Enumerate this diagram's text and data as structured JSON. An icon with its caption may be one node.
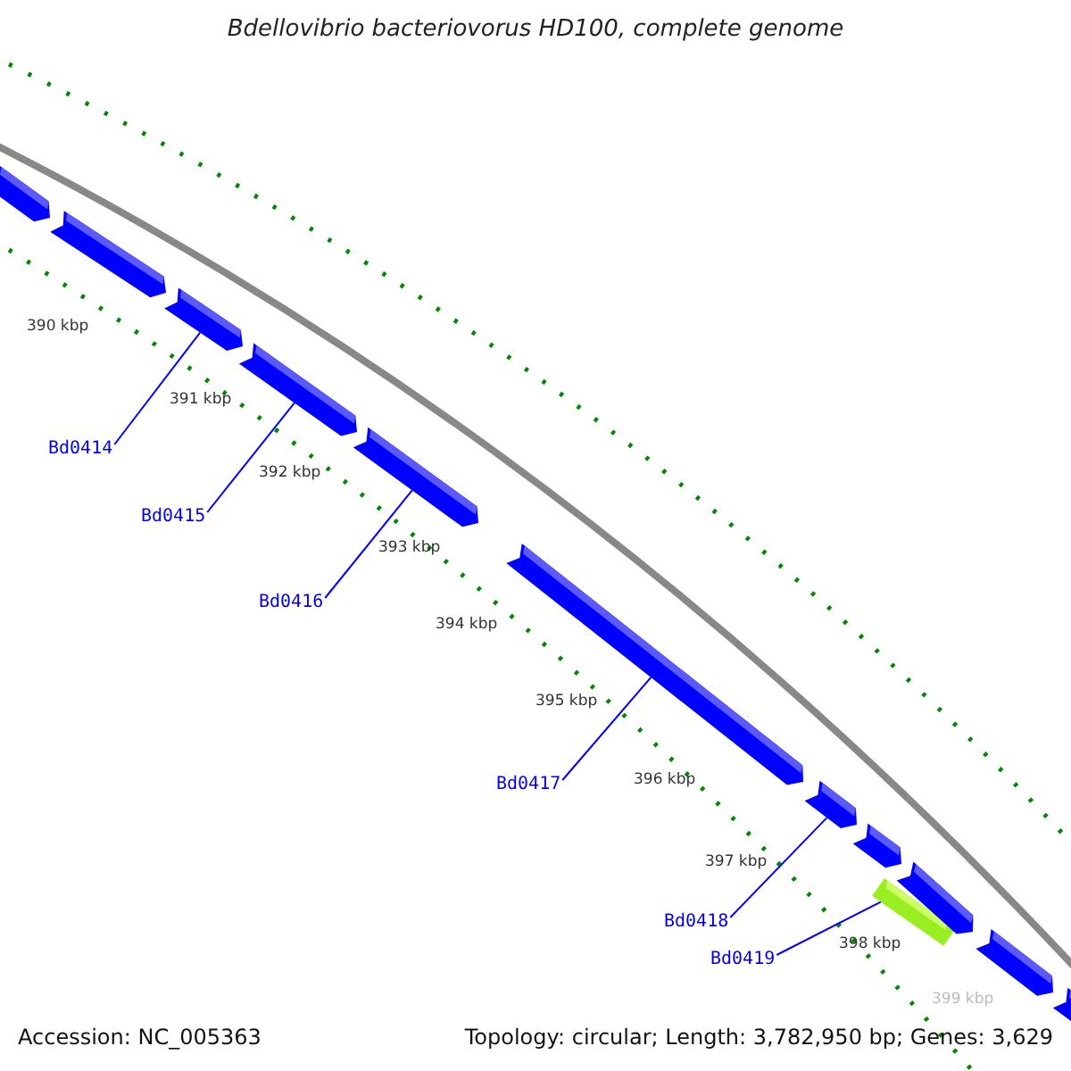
{
  "diagram": {
    "title": "Bdellovibrio bacteriovorus HD100, complete genome",
    "nodes": [
      {
        "text": [],
        "shape": "bar"
      },
      {
        "text": [],
        "shape": "bar"
      },
      {
        "text": [],
        "shape": "bar"
      },
      {
        "text": [],
        "shape": "bar"
      },
      {
        "text": [],
        "shape": "bar"
      },
      {
        "text": [],
        "shape": "bar"
      },
      {
        "text": [],
        "shape": "bar"
      },
      {
        "text": [],
        "shape": "bar"
      },
      {
        "text": [],
        "shape": "bar"
      },
      {
        "text": [],
        "shape": "bar"
      },
      {
        "text": [],
        "shape": "bar"
      },
      {
        "text": [],
        "shape": "bar"
      },
      {
        "text": [
          "Bd0414"
        ]
      },
      {
        "text": [
          "Bd0415"
        ]
      },
      {
        "text": [
          "Bd0416"
        ]
      },
      {
        "text": [
          "Bd0417"
        ]
      },
      {
        "text": [
          "Bd0418"
        ]
      },
      {
        "text": [
          "Bd0419"
        ]
      }
    ],
    "edges": [
      {
        "from": 12,
        "to": 2,
        "arrow": "none"
      },
      {
        "from": 13,
        "to": 3,
        "arrow": "none"
      },
      {
        "from": 14,
        "to": 4,
        "arrow": "none"
      },
      {
        "from": 15,
        "to": 5,
        "arrow": "none"
      },
      {
        "from": 16,
        "to": 6,
        "arrow": "none"
      },
      {
        "from": 17,
        "to": 8,
        "arrow": "none"
      }
    ],
    "labels": [
      "390 kbp",
      "391 kbp",
      "392 kbp",
      "393 kbp",
      "394 kbp",
      "395 kbp",
      "396 kbp",
      "397 kbp",
      "398 kbp",
      "399 kbp",
      "Accession: NC_005363",
      "Topology: circular; Length: 3,782,950 bp; Genes: 3,629"
    ]
  }
}
